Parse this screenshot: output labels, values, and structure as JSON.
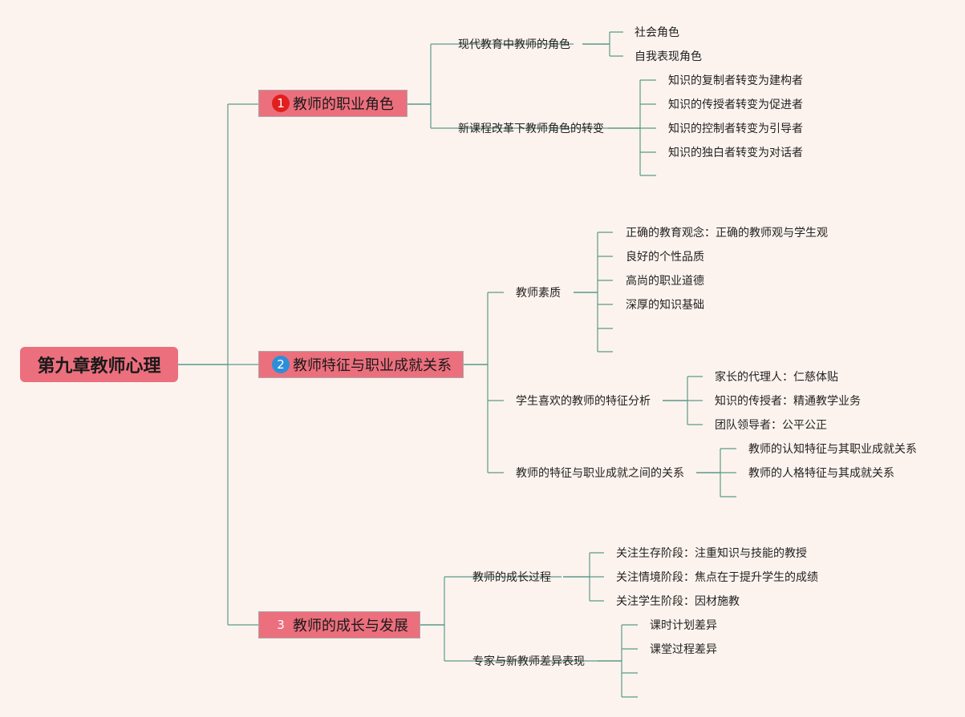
{
  "root": {
    "label": "第九章教师心理"
  },
  "branches": [
    {
      "index": "1",
      "badge_color": "#e0201f",
      "label": "教师的职业角色",
      "children": [
        {
          "label": "现代教育中教师的角色",
          "leaves": [
            "社会角色",
            "自我表现角色"
          ]
        },
        {
          "label": "新课程改革下教师角色的转变",
          "leaves": [
            "知识的复制者转变为建构者",
            "知识的传授者转变为促进者",
            "知识的控制者转变为引导者",
            "知识的独白者转变为对话者",
            ""
          ]
        }
      ]
    },
    {
      "index": "2",
      "badge_color": "#f07a1a",
      "label": "教师特征与职业成就关系",
      "children": [
        {
          "label": "教师素质",
          "leaves": [
            "正确的教育观念：正确的教师观与学生观",
            "良好的个性品质",
            "高尚的职业道德",
            "深厚的知识基础",
            "",
            ""
          ]
        },
        {
          "label": "学生喜欢的教师的特征分析",
          "leaves": [
            "家长的代理人：仁慈体贴",
            "知识的传授者：精通教学业务",
            "团队领导者：公平公正"
          ]
        },
        {
          "label": "教师的特征与职业成就之间的关系",
          "leaves": [
            "教师的认知特征与其职业成就关系",
            "教师的人格特征与其成就关系",
            ""
          ]
        }
      ]
    },
    {
      "index": "3",
      "badge_color": "#2d8fd8",
      "label": "教师的成长与发展",
      "children": [
        {
          "label": "教师的成长过程",
          "leaves": [
            "关注生存阶段：注重知识与技能的教授",
            "关注情境阶段：焦点在于提升学生的成绩",
            "关注学生阶段：因材施教"
          ]
        },
        {
          "label": "专家与新教师差异表现",
          "leaves": [
            "课时计划差异",
            "课堂过程差异",
            "",
            ""
          ]
        }
      ]
    }
  ],
  "colors": {
    "line": "#5a9a88",
    "node_fill": "#ec6f7d",
    "background": "#fdf3ee"
  }
}
